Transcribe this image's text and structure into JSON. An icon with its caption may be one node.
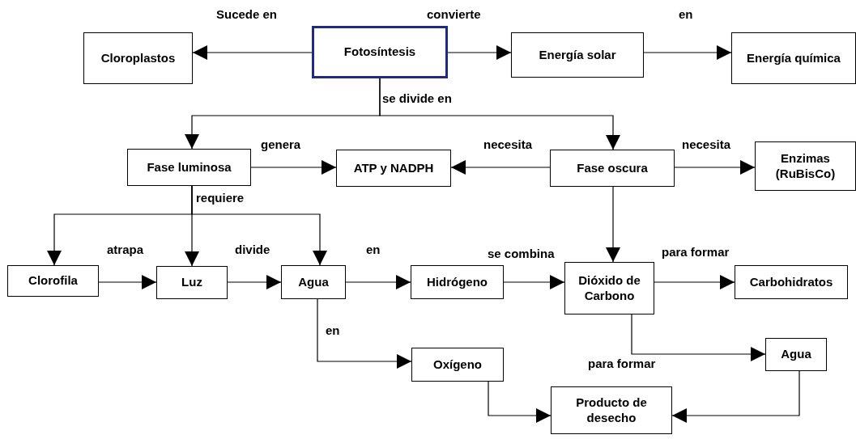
{
  "diagram": {
    "nodes": [
      {
        "text": [
          "Fotosíntesis"
        ]
      },
      {
        "text": [
          "Cloroplastos"
        ]
      },
      {
        "text": [
          "Energía solar"
        ]
      },
      {
        "text": [
          "Energía química"
        ]
      },
      {
        "text": [
          "Fase luminosa"
        ]
      },
      {
        "text": [
          "ATP y NADPH"
        ]
      },
      {
        "text": [
          "Fase oscura"
        ]
      },
      {
        "text": [
          "Enzimas (RuBisCo)"
        ]
      },
      {
        "text": [
          "Clorofila"
        ]
      },
      {
        "text": [
          "Luz"
        ]
      },
      {
        "text": [
          "Agua"
        ]
      },
      {
        "text": [
          "Hidrógeno"
        ]
      },
      {
        "text": [
          "Dióxido de Carbono"
        ]
      },
      {
        "text": [
          "Carbohidratos"
        ]
      },
      {
        "text": [
          "Agua"
        ]
      },
      {
        "text": [
          "Oxígeno"
        ]
      },
      {
        "text": [
          "Producto de desecho"
        ]
      }
    ],
    "edges": [
      {
        "from": 0,
        "to": 1,
        "arrow": "to",
        "label": "Sucede en"
      },
      {
        "from": 0,
        "to": 2,
        "arrow": "to",
        "label": "convierte"
      },
      {
        "from": 2,
        "to": 3,
        "arrow": "to",
        "label": "en"
      },
      {
        "from": 0,
        "to": 4,
        "arrow": "to",
        "label": "se divide en"
      },
      {
        "from": 0,
        "to": 6,
        "arrow": "to"
      },
      {
        "from": 4,
        "to": 5,
        "arrow": "to",
        "label": "genera"
      },
      {
        "from": 6,
        "to": 5,
        "arrow": "to",
        "label": "necesita"
      },
      {
        "from": 6,
        "to": 7,
        "arrow": "to",
        "label": "necesita"
      },
      {
        "from": 4,
        "to": 8,
        "arrow": "to"
      },
      {
        "from": 4,
        "to": 9,
        "arrow": "to",
        "label": "requiere"
      },
      {
        "from": 4,
        "to": 10,
        "arrow": "to"
      },
      {
        "from": 8,
        "to": 9,
        "arrow": "to",
        "label": "atrapa"
      },
      {
        "from": 9,
        "to": 10,
        "arrow": "to",
        "label": "divide"
      },
      {
        "from": 10,
        "to": 11,
        "arrow": "to",
        "label": "en"
      },
      {
        "from": 11,
        "to": 12,
        "arrow": "to",
        "label": "se combina"
      },
      {
        "from": 6,
        "to": 12,
        "arrow": "to"
      },
      {
        "from": 12,
        "to": 13,
        "arrow": "to",
        "label": "para formar"
      },
      {
        "from": 12,
        "to": 14,
        "arrow": "to"
      },
      {
        "from": 10,
        "to": 15,
        "arrow": "to",
        "label": "en"
      },
      {
        "from": 15,
        "to": 16,
        "arrow": "to"
      },
      {
        "from": 14,
        "to": 16,
        "arrow": "to"
      }
    ],
    "labels": [
      "para formar"
    ]
  }
}
